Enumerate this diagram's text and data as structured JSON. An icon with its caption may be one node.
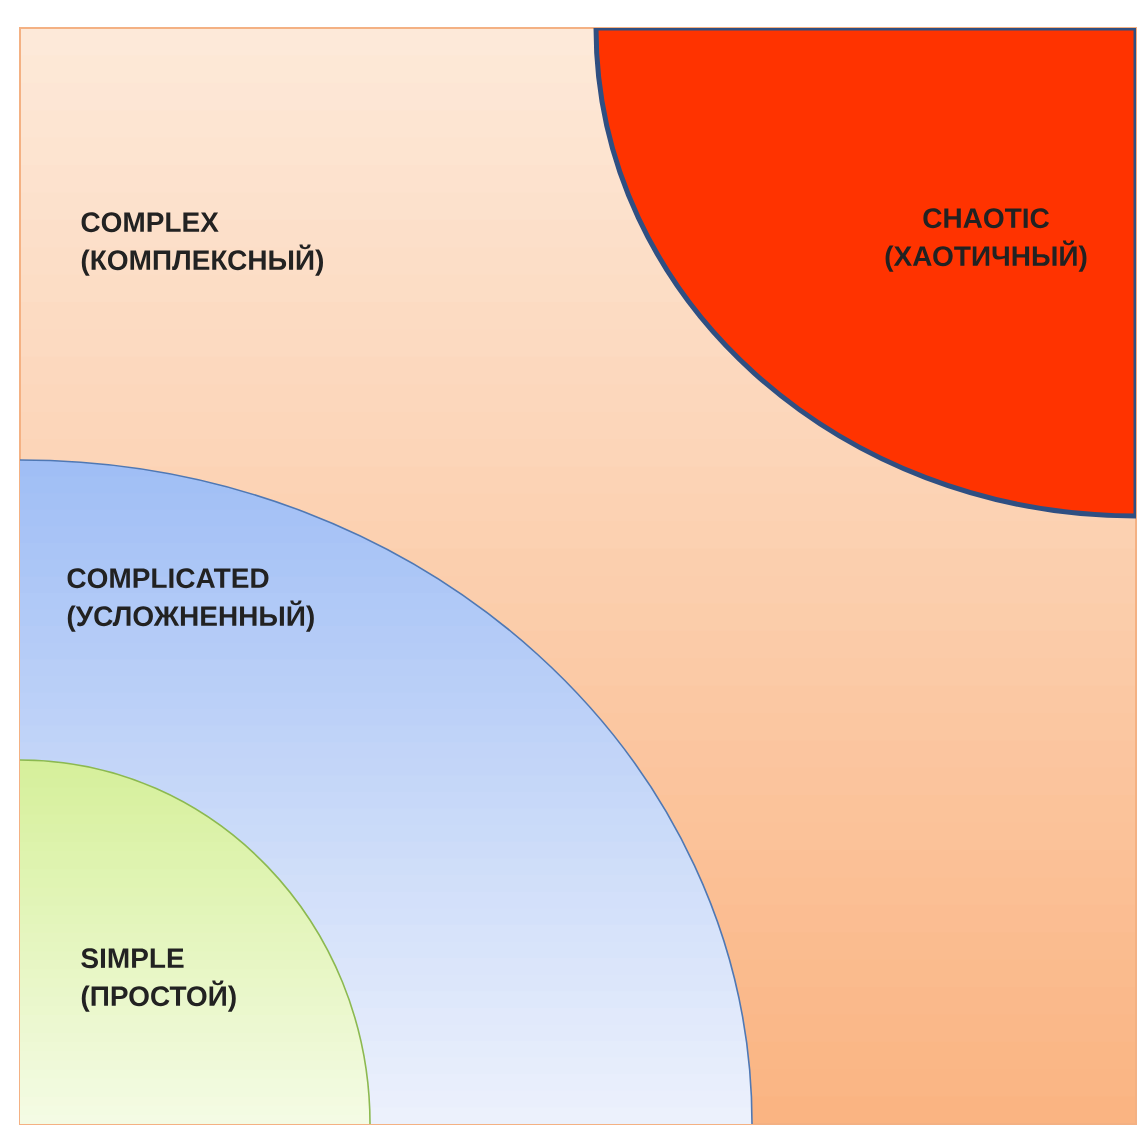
{
  "diagram": {
    "nodes": [
      {
        "text": [
          "COMPLEX (КОМПЛЕКСНЫЙ)"
        ]
      },
      {
        "text": [
          "CHAOTIC (ХАОТИЧНЫЙ)"
        ],
        "in": 0
      },
      {
        "text": [
          "COMPLICATED (УСЛОЖНЕННЫЙ)"
        ],
        "in": 0
      },
      {
        "text": [
          "SIMPLE (ПРОСТОЙ)"
        ],
        "in": 2
      }
    ]
  }
}
